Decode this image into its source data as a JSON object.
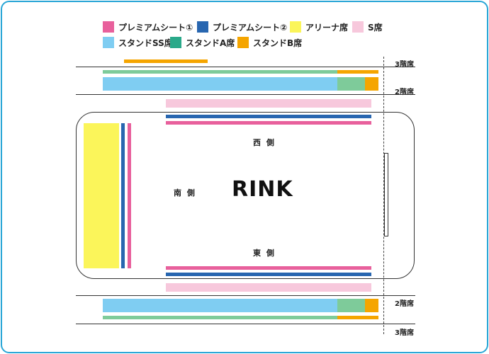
{
  "legend": [
    {
      "label": "プレミアムシート①",
      "color": "#e8609c",
      "name": "legend-premium-1"
    },
    {
      "label": "プレミアムシート②",
      "color": "#2866b0",
      "name": "legend-premium-2"
    },
    {
      "label": "アリーナ席",
      "color": "#fbf55a",
      "name": "legend-arena"
    },
    {
      "label": "S席",
      "color": "#f7c8dc",
      "name": "legend-s"
    },
    {
      "label": "スタンドSS席",
      "color": "#7fcdf2",
      "name": "legend-stand-ss"
    },
    {
      "label": "スタンドA席",
      "color": "#2aa98a",
      "name": "legend-stand-a"
    },
    {
      "label": "スタンドB席",
      "color": "#f5a500",
      "name": "legend-stand-b"
    }
  ],
  "colors": {
    "premium1": "#e8609c",
    "premium2": "#2866b0",
    "arena": "#fbf55a",
    "s_seat": "#f7c8dc",
    "stand_ss": "#7fcdf2",
    "stand_a_light": "#7ecb9a",
    "stand_b": "#f5a500",
    "frame": "#29a6d6"
  },
  "floors": {
    "third_top": "3階席",
    "second_top": "2階席",
    "second_bottom": "2階席",
    "third_bottom": "3階席"
  },
  "rink": {
    "title": "RINK",
    "west": "西 側",
    "east": "東 側",
    "south": "南 側"
  }
}
